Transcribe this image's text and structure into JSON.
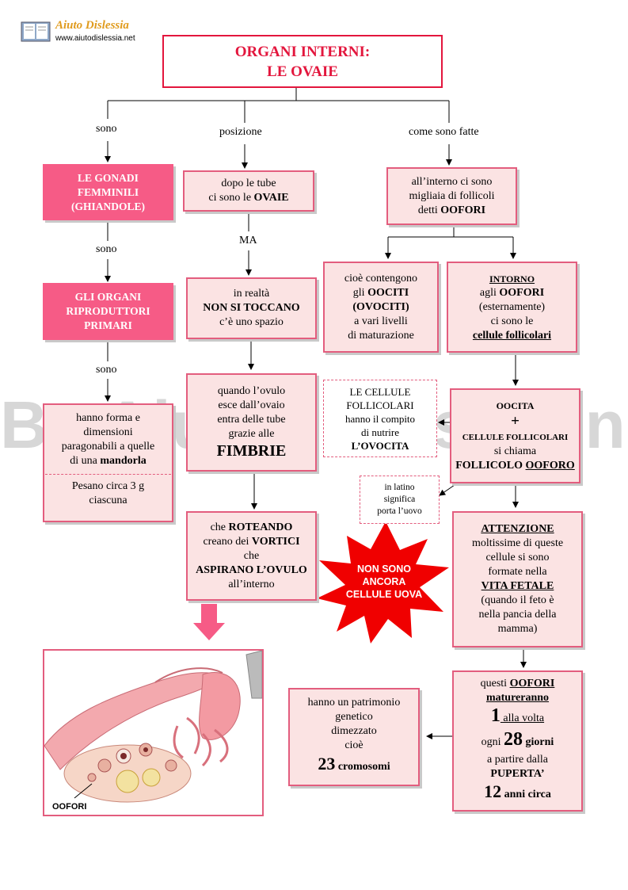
{
  "logo": {
    "name": "Aiuto Dislessia",
    "url": "www.aiutodislessia.net"
  },
  "watermark": "By Aiutodislessia.net",
  "title": {
    "line1": "ORGANI INTERNI:",
    "line2": "LE OVAIE"
  },
  "branches": {
    "sono": "sono",
    "posizione": "posizione",
    "come": "come sono fatte"
  },
  "col1": {
    "gonadi": [
      "LE GONADI",
      "FEMMINILI",
      "(GHIANDOLE)"
    ],
    "sono2": "sono",
    "organi": [
      "GLI ORGANI",
      "RIPRODUTTORI",
      "PRIMARI"
    ],
    "sono3": "sono",
    "forma": {
      "l1": "hanno forma  e",
      "l2": "dimensioni",
      "l3": "paragonabili a quelle",
      "l4a": "di una ",
      "l4b": "mandorla"
    },
    "peso": [
      "Pesano circa 3 g",
      "ciascuna"
    ]
  },
  "col2": {
    "tube": {
      "l1": "dopo le tube",
      "l2a": "ci sono le ",
      "l2b": "OVAIE"
    },
    "ma": "MA",
    "realta": [
      "in realtà",
      "NON SI TOCCANO",
      "c’è uno spazio"
    ],
    "ovulo": [
      "quando l’ovulo",
      "esce dall’ovaio",
      "entra delle tube",
      "grazie alle",
      "FIMBRIE"
    ],
    "roteando": {
      "l1a": "che ",
      "l1b": "ROTEANDO",
      "l2a": "creano dei ",
      "l2b": "VORTICI",
      "l3": "che",
      "l4": "ASPIRANO L’OVULO",
      "l5": "all’interno"
    }
  },
  "col3": {
    "follicoli": {
      "l1": "all’interno ci sono",
      "l2": "migliaia di follicoli",
      "l3a": "detti ",
      "l3b": "OOFORI"
    },
    "oociti": {
      "l1": "cioè contengono",
      "l2a": "gli  ",
      "l2b": "OOCITI",
      "l3": "(OVOCITI)",
      "l4": "a vari livelli",
      "l5": "di maturazione"
    },
    "intorno": {
      "l1": "INTORNO",
      "l2a": "agli ",
      "l2b": "OOFORI",
      "l3": "(esternamente)",
      "l4": "ci sono le",
      "l5": "cellule follicolari"
    },
    "nutrire": [
      "LE CELLULE",
      "FOLLICOLARI",
      "hanno il compito",
      "di nutrire",
      "L’OVOCITA"
    ],
    "oocita": {
      "l1": "OOCITA",
      "l2": "+",
      "l3": "CELLULE FOLLICOLARI",
      "l4": "si chiama",
      "l5a": "FOLLICOLO ",
      "l5b": "OOFORO"
    },
    "latino": [
      "in latino",
      "significa",
      "porta l’uovo"
    ],
    "attenzione": {
      "l1": "ATTENZIONE",
      "l2": "moltissime di queste",
      "l3": "cellule si sono",
      "l4": "formate nella",
      "l5": "VITA FETALE",
      "l6": "(quando il feto è",
      "l7": "nella pancia della",
      "l8": "mamma)"
    },
    "maturazione": {
      "l1a": "questi ",
      "l1b": "OOFORI",
      "l2": "matureranno",
      "l3a": "1",
      "l3b": " alla volta",
      "l4a": "ogni ",
      "l4b": "28",
      "l4c": " giorni",
      "l5": "a partire dalla",
      "l6": "PUPERTA’",
      "l7a": "12",
      "l7b": " anni circa"
    },
    "patrimonio": {
      "l1": "hanno un patrimonio",
      "l2": "genetico",
      "l3": "dimezzato",
      "l4": "cioè",
      "l5a": "23",
      "l5b": " cromosomi"
    }
  },
  "star": [
    "NON SONO",
    "ANCORA",
    "CELLULE UOVA"
  ],
  "illustration": {
    "label": "OOFORI"
  }
}
